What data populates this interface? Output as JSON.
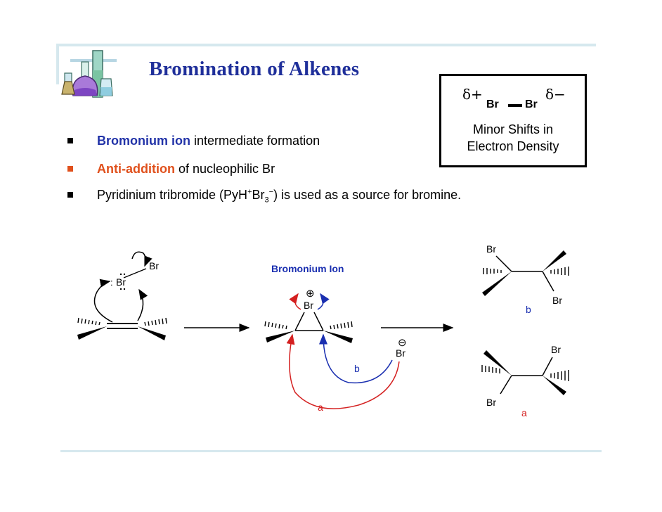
{
  "title": "Bromination of Alkenes",
  "infobox": {
    "delta_plus": "δ+",
    "delta_minus": "δ−",
    "br_left": "Br",
    "br_right": "Br",
    "caption_line1": "Minor Shifts in",
    "caption_line2": "Electron Density"
  },
  "bullets": [
    {
      "highlight": "Bromonium ion",
      "rest": " intermediate formation"
    },
    {
      "highlight": "Anti-addition",
      "rest": " of nucleophilic Br"
    },
    {
      "pre": "Pyridinium tribromide (PyH",
      "sup1": "+",
      "mid": "Br",
      "sub": "3",
      "sup2": "−",
      "post": ") is used as a source  for bromine."
    }
  ],
  "scheme": {
    "reactant_br_top": "Br",
    "reactant_br": "Br",
    "lone_pair": ":",
    "bromonium_label": "Bromonium Ion",
    "bromonium_br": "Br",
    "plus_charge": "⊕",
    "bromide_br": "Br",
    "minus_charge": "⊖",
    "path_a": "a",
    "path_b": "b",
    "product_b": {
      "br_top": "Br",
      "br_bottom": "Br",
      "label": "b"
    },
    "product_a": {
      "br_top": "Br",
      "br_bottom": "Br",
      "label": "a"
    }
  },
  "colors": {
    "title": "#1f2f9a",
    "highlight_blue": "#2233a8",
    "highlight_red": "#e0501c",
    "path_a": "#d42020",
    "path_b": "#1a2fb0",
    "frame": "#d6e8ee"
  },
  "icons": [
    "lab-flasks-icon"
  ]
}
